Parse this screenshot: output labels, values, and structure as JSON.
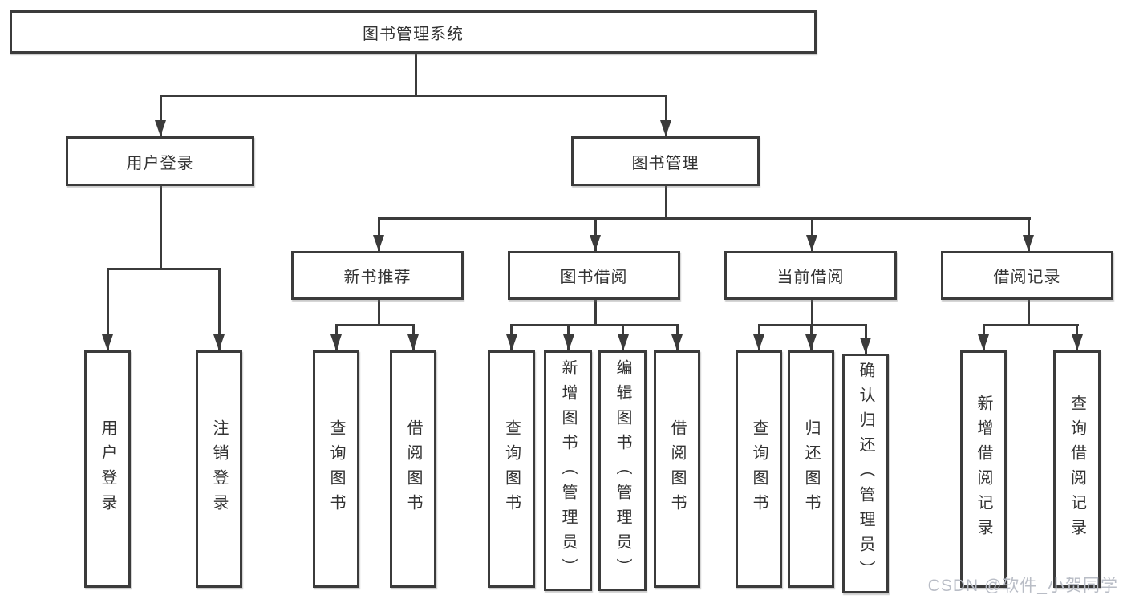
{
  "tree": {
    "root": {
      "label": "图书管理系统"
    },
    "level2": [
      {
        "label": "用户登录"
      },
      {
        "label": "图书管理"
      }
    ],
    "level3": [
      {
        "label": "新书推荐"
      },
      {
        "label": "图书借阅"
      },
      {
        "label": "当前借阅"
      },
      {
        "label": "借阅记录"
      }
    ],
    "leaves": {
      "user_login": [
        {
          "label": "用户登录"
        },
        {
          "label": "注销登录"
        }
      ],
      "new_book_recommend": [
        {
          "label": "查询图书"
        },
        {
          "label": "借阅图书"
        }
      ],
      "book_borrowing": [
        {
          "label": "查询图书"
        },
        {
          "label": "新增图书（管理员）"
        },
        {
          "label": "编辑图书（管理员）"
        },
        {
          "label": "借阅图书"
        }
      ],
      "current_borrowing": [
        {
          "label": "查询图书"
        },
        {
          "label": "归还图书"
        },
        {
          "label": "确认归还（管理员）"
        }
      ],
      "borrowing_records": [
        {
          "label": "新增借阅记录"
        },
        {
          "label": "查询借阅记录"
        }
      ]
    }
  },
  "watermark": {
    "text": "CSDN @软件_小贺同学"
  },
  "colors": {
    "line": "#3b3b3b",
    "text": "#333333",
    "watermark": "#b9bdc6",
    "bg": "#ffffff"
  }
}
